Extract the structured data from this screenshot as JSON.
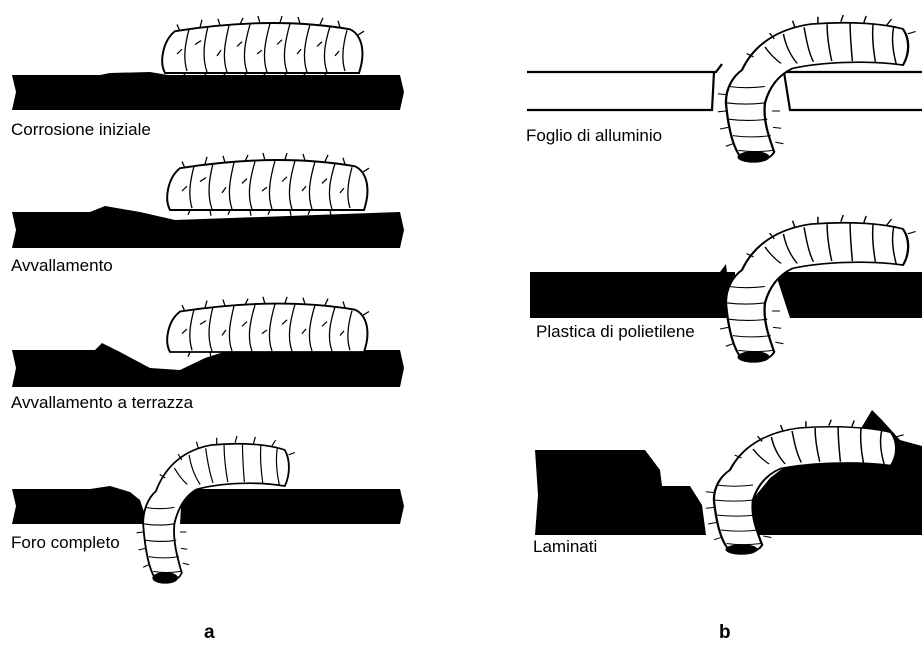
{
  "colors": {
    "material": "#000000",
    "larva_fill": "#ffffff",
    "larva_stroke": "#000000",
    "background": "#ffffff"
  },
  "panels": [
    {
      "letter": "a",
      "stages": [
        {
          "label": "Corrosione iniziale"
        },
        {
          "label": "Avvallamento"
        },
        {
          "label": "Avvallamento a terrazza"
        },
        {
          "label": "Foro completo"
        }
      ]
    },
    {
      "letter": "b",
      "materials": [
        {
          "label": "Foglio di alluminio"
        },
        {
          "label": "Plastica di polietilene"
        },
        {
          "label": "Laminati"
        }
      ]
    }
  ]
}
